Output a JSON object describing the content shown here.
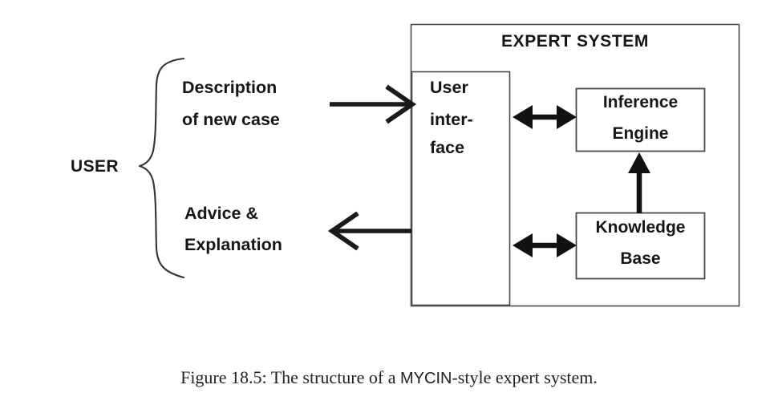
{
  "figure": {
    "caption_prefix": "Figure 18.5:  The structure of a ",
    "caption_highlight": "MYCIN",
    "caption_suffix": "-style expert system."
  },
  "diagram": {
    "type": "block-diagram",
    "user": {
      "label": "USER",
      "brace": "right-curly-brace",
      "inputs": {
        "line1": "Description",
        "line2": "of new case"
      },
      "outputs": {
        "line1": "Advice &",
        "line2": "Explanation"
      }
    },
    "expert_system": {
      "title": "EXPERT SYSTEM",
      "components": {
        "user_interface": {
          "line1": "User",
          "line2": "inter-",
          "line3": "face"
        },
        "inference_engine": {
          "line1": "Inference",
          "line2": "Engine"
        },
        "knowledge_base": {
          "line1": "Knowledge",
          "line2": "Base"
        }
      }
    },
    "arrows": [
      {
        "name": "user-to-interface",
        "direction": "right",
        "style": "open-head"
      },
      {
        "name": "interface-to-user",
        "direction": "left",
        "style": "open-head"
      },
      {
        "name": "interface-inference",
        "direction": "bidirectional",
        "style": "solid-head"
      },
      {
        "name": "interface-knowledge",
        "direction": "bidirectional",
        "style": "solid-head"
      },
      {
        "name": "knowledge-to-inference",
        "direction": "up",
        "style": "solid-head"
      }
    ],
    "colors": {
      "stroke": "#1a1a1a",
      "box_border": "#4a4a4a",
      "background": "#ffffff"
    }
  }
}
